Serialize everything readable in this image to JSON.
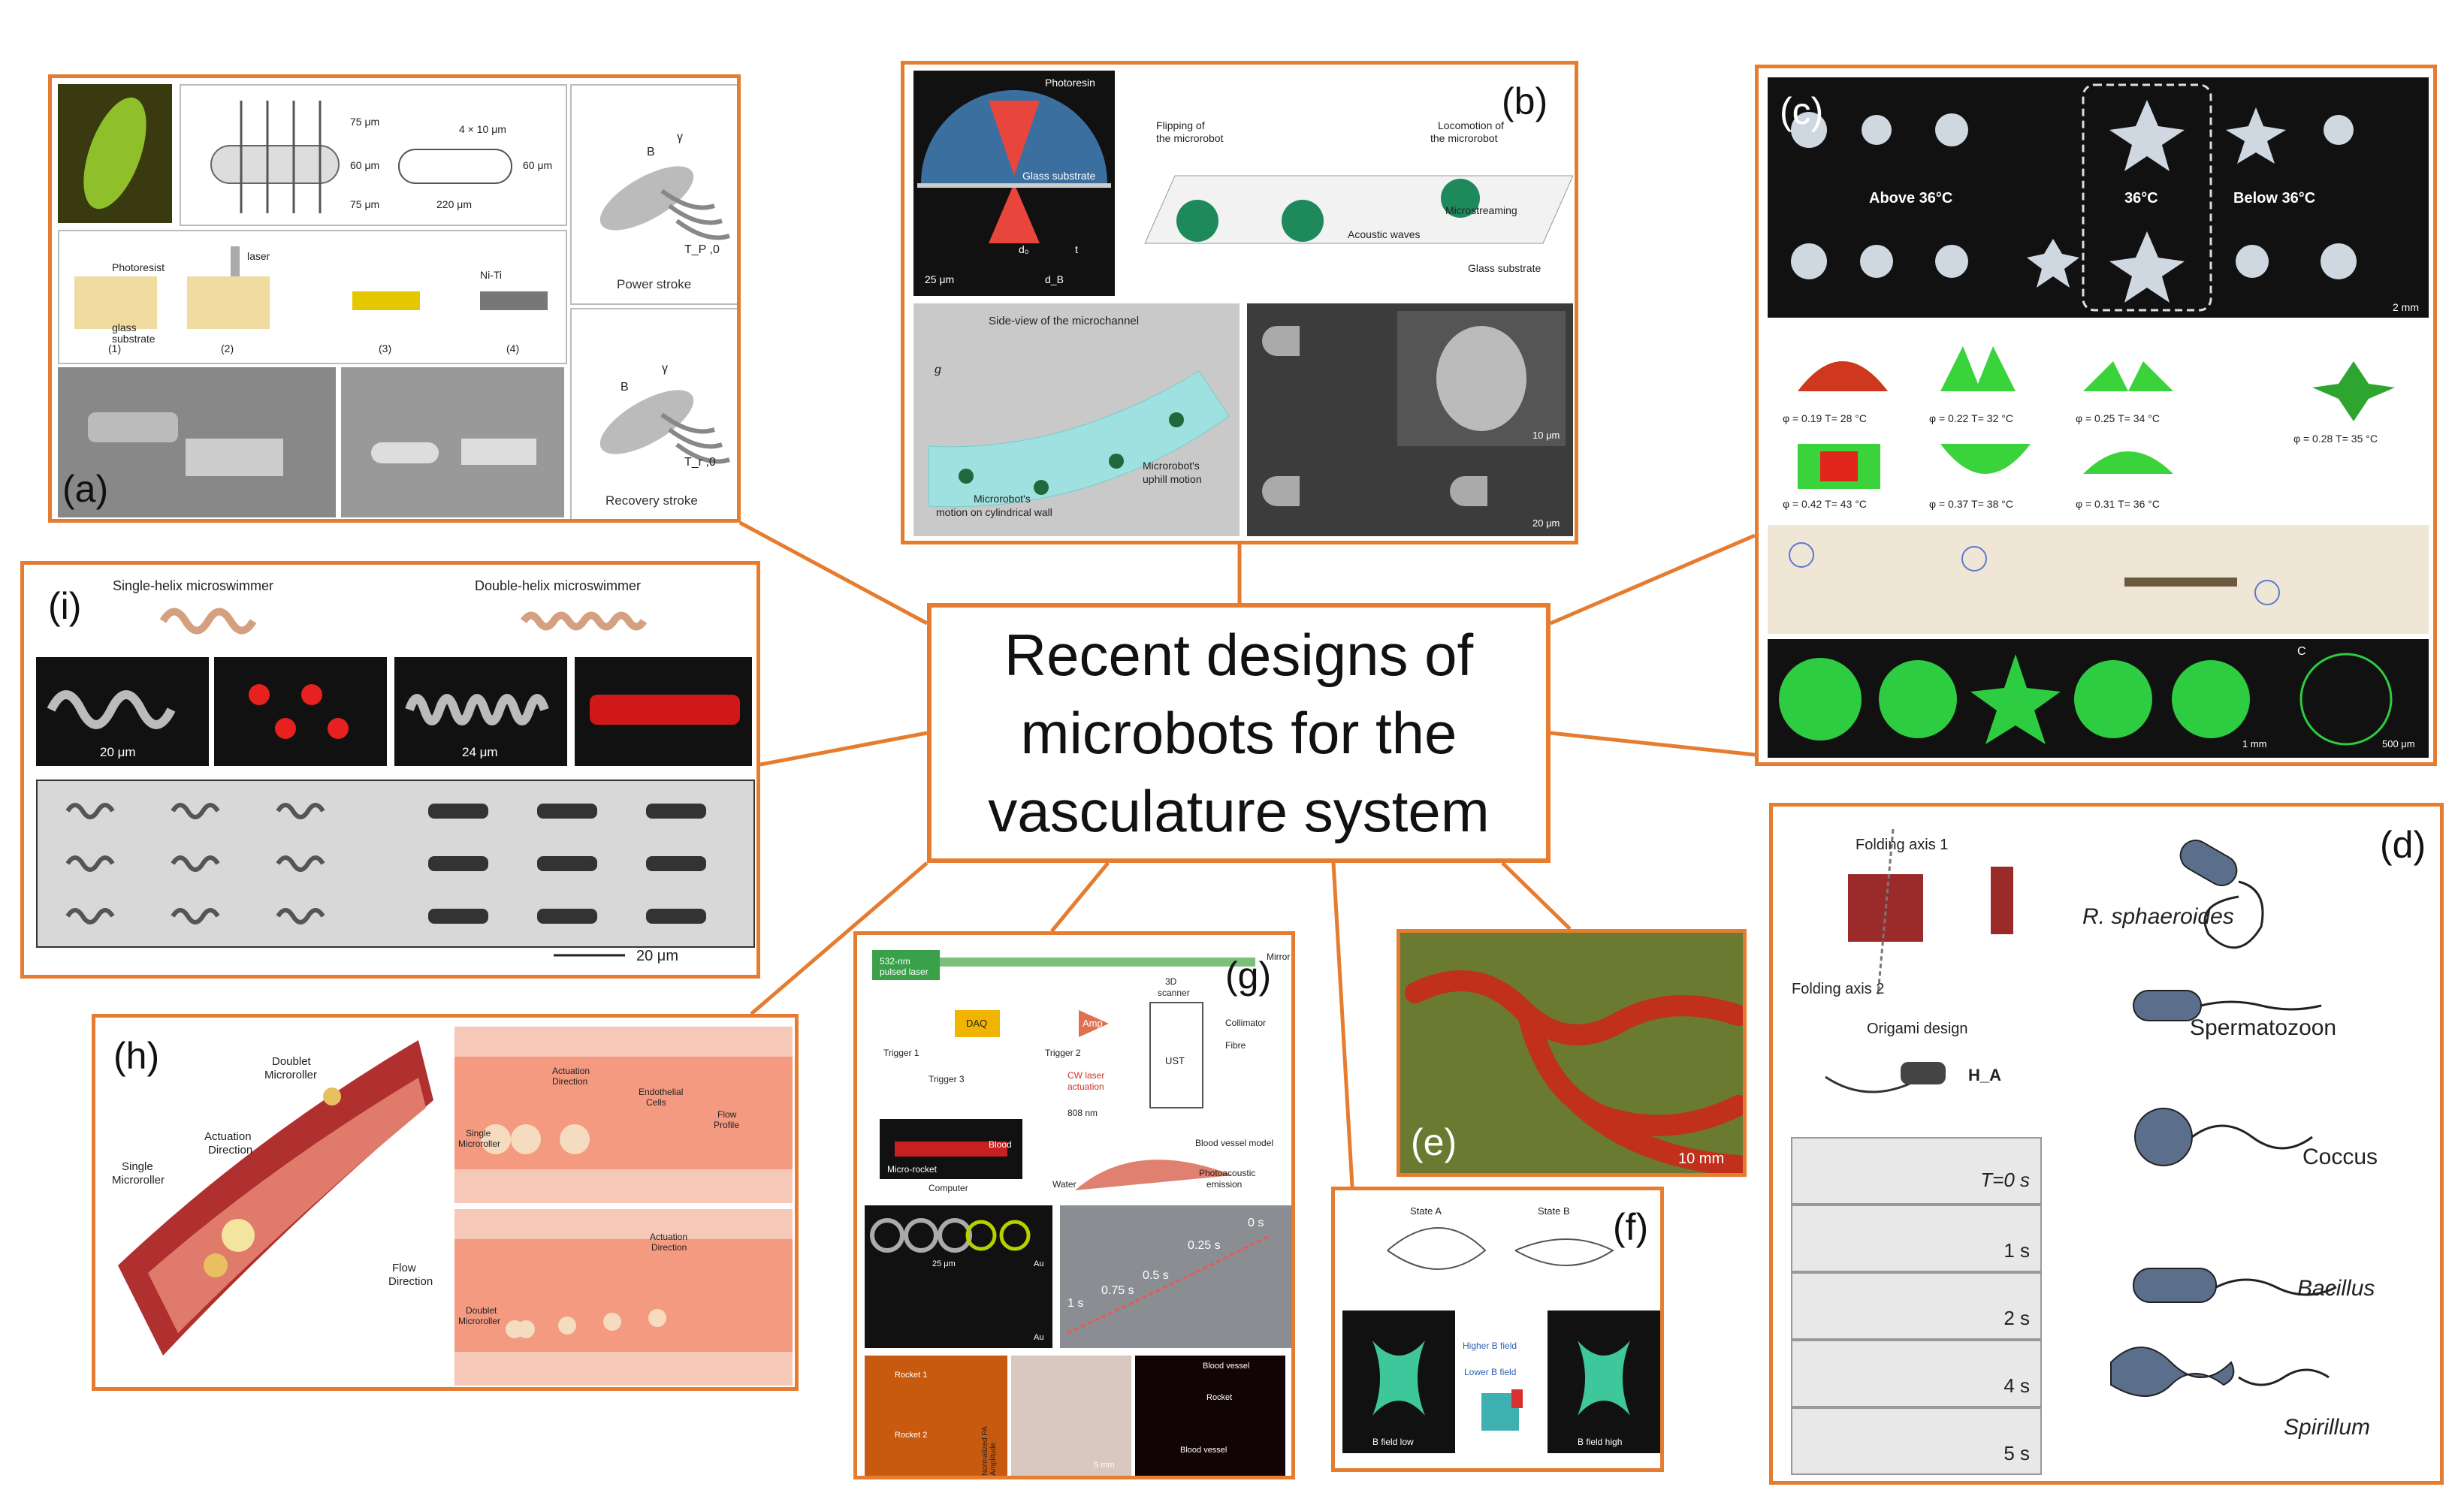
{
  "title_lines": [
    "Recent designs of",
    "microbots for the",
    "vasculature system"
  ],
  "panels": {
    "a": {
      "label": "(a)",
      "texts": {
        "dim1": "75 μm",
        "dim2": "60 μm",
        "dim3": "75 μm",
        "dim4": "4 × 10 μm",
        "dim5": "60 μm",
        "dim6": "220 μm",
        "photoresist": "Photoresist",
        "laser": "laser",
        "glass": "glass",
        "substrate": "substrate",
        "niti": "Ni-Ti",
        "s1": "(1)",
        "s2": "(2)",
        "s3": "(3)",
        "s4": "(4)",
        "power": "Power stroke",
        "recovery": "Recovery stroke",
        "B": "B",
        "gamma": "γ",
        "tp": "T_P ,0",
        "tr": "T_r ,0"
      }
    },
    "b": {
      "label": "(b)",
      "texts": {
        "photoresin": "Photoresin",
        "glass": "Glass substrate",
        "flip": "Flipping of",
        "flip2": "the microrobot",
        "loco": "Locomotion of",
        "loco2": "the microrobot",
        "micro": "Microstreaming",
        "acoustic": "Acoustic waves",
        "glass2": "Glass substrate",
        "side": "Side-view of the microchannel",
        "g": "g",
        "cyl1": "Microrobot's",
        "cyl2": "motion on cylindrical wall",
        "up1": "Microrobot's",
        "up2": "uphill motion",
        "scale1": "25 μm",
        "scale2": "10 μm",
        "scale3": "20 μm",
        "d0": "d₀",
        "t": "t",
        "dB": "d_B"
      }
    },
    "c": {
      "label": "(c)",
      "texts": {
        "above": "Above 36°C",
        "mid": "36°C",
        "below": "Below 36°C",
        "scale": "2 mm",
        "r1": "φ = 0.19  T= 28 °C",
        "r2": "φ = 0.22  T= 32 °C",
        "r3": "φ = 0.25  T= 34 °C",
        "r4": "φ = 0.28  T= 35 °C",
        "r5": "φ = 0.42  T= 43 °C",
        "r6": "φ = 0.37  T= 38 °C",
        "r7": "φ = 0.31  T= 36 °C",
        "s1": "1 mm",
        "s2": "500 μm",
        "cc": "C"
      }
    },
    "d": {
      "label": "(d)",
      "texts": {
        "fa1": "Folding axis 1",
        "fa2": "Folding axis 2",
        "origami": "Origami design",
        "ha": "H_A",
        "t0": "T=0 s",
        "t1": "1 s",
        "t2": "2 s",
        "t4": "4 s",
        "t5": "5 s",
        "rs": "R. sphaeroides",
        "sp": "Spermatozoon",
        "co": "Coccus",
        "ba": "Bacillus",
        "spi": "Spirillum"
      }
    },
    "e": {
      "label": "(e)",
      "texts": {
        "scale": "10 mm"
      }
    },
    "f": {
      "label": "(f)",
      "texts": {
        "sa": "State A",
        "sb": "State B",
        "hb": "Higher B field",
        "lb": "Lower B field",
        "bl": "B field low",
        "bh": "B field high"
      }
    },
    "g": {
      "label": "(g)",
      "texts": {
        "laser": "532-nm",
        "laser2": "pulsed laser",
        "mirror": "Mirror",
        "scan": "3D",
        "scan2": "scanner",
        "coll": "Collimator",
        "fibre": "Fibre",
        "daq": "DAQ",
        "amp": "Amp",
        "t1": "Trigger 1",
        "t2": "Trigger 2",
        "t3": "Trigger 3",
        "ust": "UST",
        "cw": "CW laser",
        "cw2": "actuation",
        "nm": "808 nm",
        "blood": "Blood",
        "rocket": "Micro-rocket",
        "comp": "Computer",
        "vessel": "Blood vessel model",
        "water": "Water",
        "pa": "Photoacoustic",
        "pa2": "emission",
        "s25": "25 μm",
        "au1": "Au",
        "au2": "Au",
        "t0": "0 s",
        "t025": "0.25 s",
        "t05": "0.5 s",
        "t075": "0.75 s",
        "t1s": "1 s",
        "rk1": "Rocket 1",
        "rk2": "Rocket 2",
        "rk3": "Rocket",
        "bv": "Blood vessel",
        "bv2": "Blood vessel",
        "npa": "Normalized PA Amplitude",
        "s5": "5 mm"
      }
    },
    "h": {
      "label": "(h)",
      "texts": {
        "doublet": "Doublet",
        "mr": "Microroller",
        "act": "Actuation",
        "dir": "Direction",
        "single": "Single",
        "mr2": "Microroller",
        "flow": "Flow",
        "flowdir": "Direction",
        "act2": "Actuation",
        "dir2": "Direction",
        "endo": "Endothelial",
        "cells": "Cells",
        "fp": "Flow",
        "fp2": "Profile",
        "single2": "Single",
        "mr3": "Microroller",
        "act3": "Actuation",
        "dir3": "Direction",
        "doublet2": "Doublet",
        "mr4": "Microroller"
      }
    },
    "i": {
      "label": "(i)",
      "texts": {
        "single": "Single-helix microswimmer",
        "double": "Double-helix microswimmer",
        "s20": "20 μm",
        "s24": "24 μm",
        "s20b": "20 μm"
      }
    }
  },
  "colors": {
    "accent": "#e57c2f",
    "green": "#2ecc40",
    "red": "#e0261c"
  }
}
